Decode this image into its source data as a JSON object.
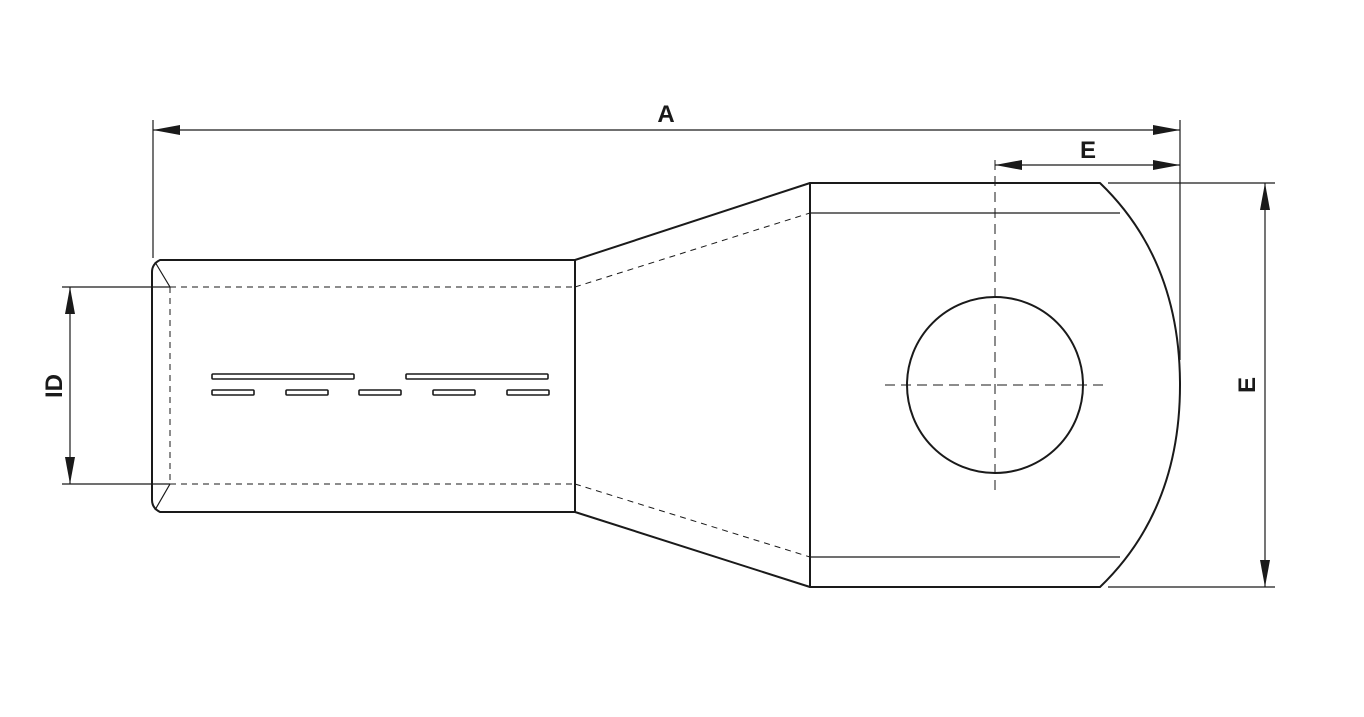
{
  "diagram": {
    "labels": {
      "length": "A",
      "inner_diameter": "ID",
      "hole_offset": "E",
      "palm_width": "E"
    }
  }
}
